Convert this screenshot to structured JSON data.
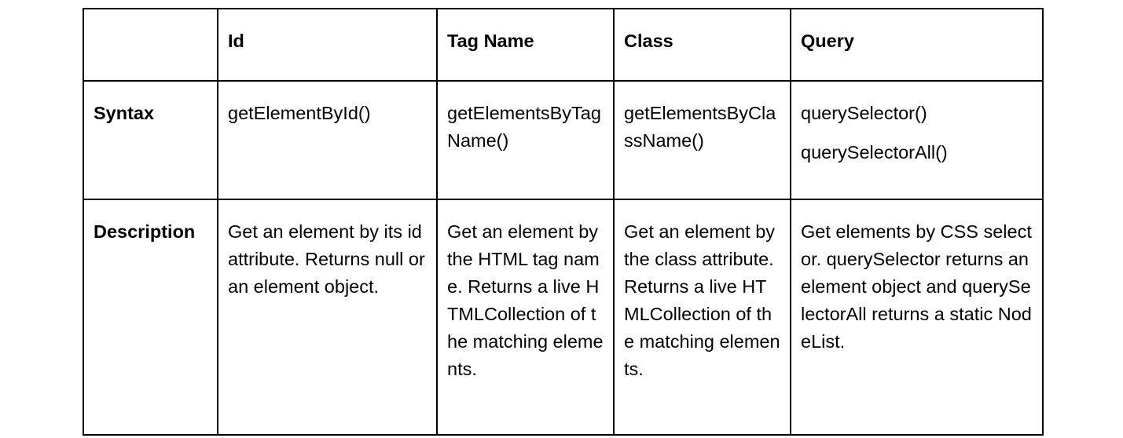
{
  "table": {
    "headers": [
      "",
      "Id",
      "Tag Name",
      "Class",
      "Query"
    ],
    "rows": [
      {
        "label": "Syntax",
        "cells": [
          [
            "getElementById()"
          ],
          [
            "getElementsByTagName()"
          ],
          [
            "getElementsByClassName()"
          ],
          [
            "querySelector()",
            "querySelectorAll()"
          ]
        ]
      },
      {
        "label": "Description",
        "cells": [
          [
            "Get an element by its id attribute. Returns null or an element object."
          ],
          [
            "Get an element by the HTML tag name. Returns a live HTMLCollection of the matching elements."
          ],
          [
            "Get an element by the class attribute. Returns a live HTMLCollection of the matching elements."
          ],
          [
            "Get elements by CSS selector. querySelector returns an element object and querySelectorAll returns a static NodeList."
          ]
        ]
      }
    ]
  }
}
